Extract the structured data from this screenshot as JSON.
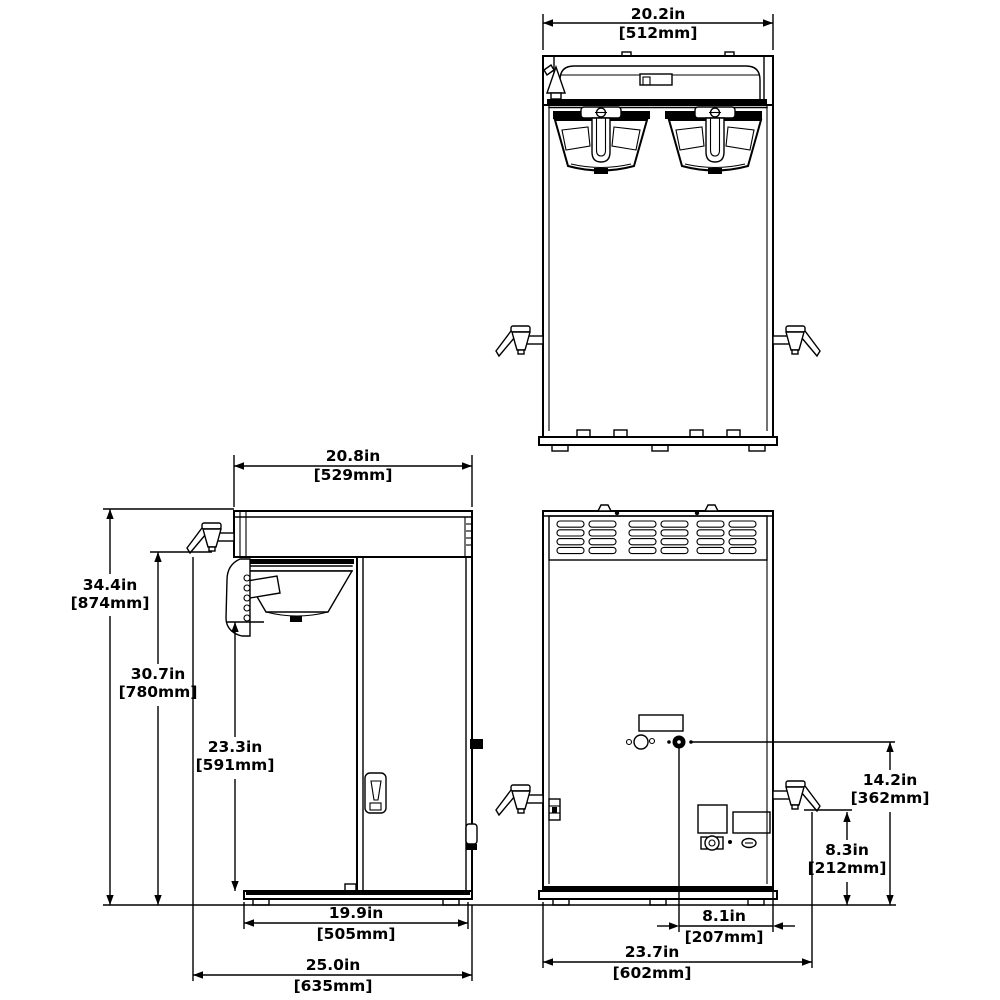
{
  "drawing": {
    "colors": {
      "line": "#000000",
      "background": "#ffffff"
    },
    "dimensions": {
      "front_width": {
        "inches": "20.2in",
        "metric": "[512mm]"
      },
      "top_depth": {
        "inches": "20.8in",
        "metric": "[529mm]"
      },
      "overall_height": {
        "inches": "34.4in",
        "metric": "[874mm]"
      },
      "faucet_height": {
        "inches": "30.7in",
        "metric": "[780mm]"
      },
      "funnel_clearance": {
        "inches": "23.3in",
        "metric": "[591mm]"
      },
      "base_depth": {
        "inches": "19.9in",
        "metric": "[505mm]"
      },
      "overall_depth": {
        "inches": "25.0in",
        "metric": "[635mm]"
      },
      "rear_overall_depth": {
        "inches": "23.7in",
        "metric": "[602mm]"
      },
      "inlet_setback": {
        "inches": "8.1in",
        "metric": "[207mm]"
      },
      "faucet_outlet_height": {
        "inches": "8.3in",
        "metric": "[212mm]"
      },
      "gauge_height": {
        "inches": "14.2in",
        "metric": "[362mm]"
      }
    }
  }
}
